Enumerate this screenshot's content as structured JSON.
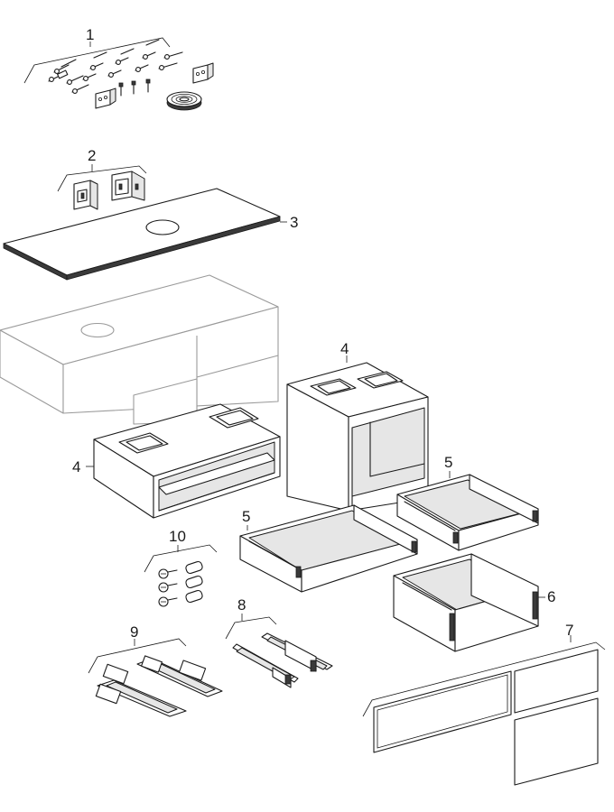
{
  "diagram": {
    "callouts": [
      {
        "id": "c1",
        "text": "1"
      },
      {
        "id": "c2",
        "text": "2"
      },
      {
        "id": "c3",
        "text": "3"
      },
      {
        "id": "c4a",
        "text": "4"
      },
      {
        "id": "c4b",
        "text": "4"
      },
      {
        "id": "c5a",
        "text": "5"
      },
      {
        "id": "c5b",
        "text": "5"
      },
      {
        "id": "c6",
        "text": "6"
      },
      {
        "id": "c7",
        "text": "7"
      },
      {
        "id": "c8",
        "text": "8"
      },
      {
        "id": "c9",
        "text": "9"
      },
      {
        "id": "c10",
        "text": "10"
      }
    ]
  }
}
